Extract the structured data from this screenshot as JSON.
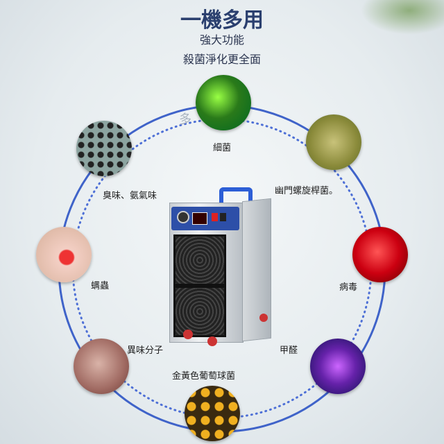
{
  "heading": {
    "title": "一機多用",
    "line1": "強大功能",
    "line2": "殺菌淨化更全面"
  },
  "watermark": "多",
  "colors": {
    "ring": "#3f63c9",
    "title": "#2a3f6e"
  },
  "items": [
    {
      "label": "細菌",
      "icon": "green-bacteria-image"
    },
    {
      "label": "幽門螺旋桿菌。",
      "icon": "helicobacter-image"
    },
    {
      "label": "病毒",
      "icon": "red-virus-image"
    },
    {
      "label": "甲醛",
      "icon": "purple-bacteria-image"
    },
    {
      "label": "金黃色葡萄球菌",
      "icon": "staphylococcus-image"
    },
    {
      "label": "異味分子",
      "icon": "odor-molecule-image"
    },
    {
      "label": "螨蟲",
      "icon": "dust-mite-image"
    },
    {
      "label": "臭味、氨氣味",
      "icon": "ammonia-odor-image"
    }
  ]
}
